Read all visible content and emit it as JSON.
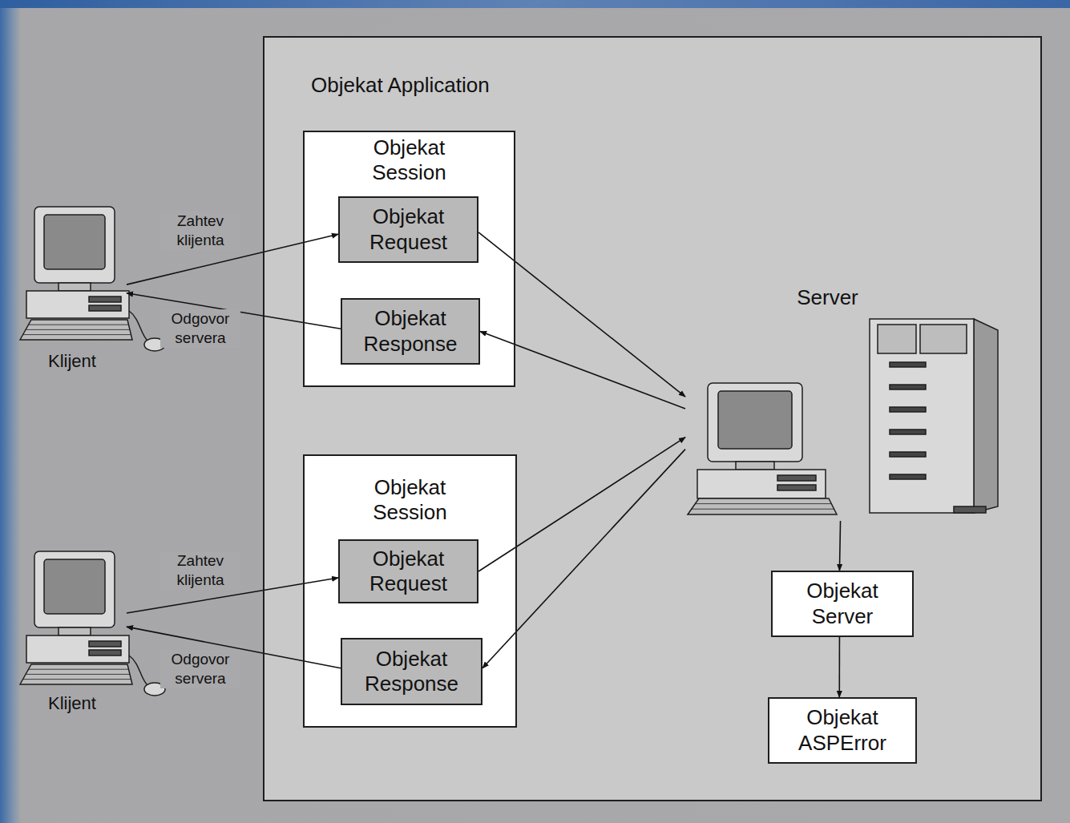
{
  "diagram": {
    "nodes": [
      {
        "text": [
          "Klijent"
        ]
      },
      {
        "text": [
          "Klijent"
        ]
      },
      {
        "text": [
          "Objekat Application"
        ]
      },
      {
        "text": [
          "Objekat Session"
        ],
        "in": 2
      },
      {
        "text": [
          "Objekat Request"
        ],
        "in": 3
      },
      {
        "text": [
          "Objekat Response"
        ],
        "in": 3
      },
      {
        "text": [
          "Objekat Session"
        ],
        "in": 2
      },
      {
        "text": [
          "Objekat Request"
        ],
        "in": 6
      },
      {
        "text": [
          "Objekat Response"
        ],
        "in": 6
      },
      {
        "text": [
          "Server"
        ],
        "in": 2
      },
      {
        "text": [
          "Objekat Server"
        ],
        "in": 2
      },
      {
        "text": [
          "Objekat ASPError"
        ],
        "in": 2
      }
    ],
    "edges": [
      {
        "from": 0,
        "to": 4,
        "arrow": "to",
        "label": "Zahtev klijenta"
      },
      {
        "from": 5,
        "to": 0,
        "arrow": "to",
        "label": "Odgovor servera"
      },
      {
        "from": 4,
        "to": 9,
        "arrow": "to"
      },
      {
        "from": 9,
        "to": 5,
        "arrow": "to"
      },
      {
        "from": 7,
        "to": 9,
        "arrow": "to"
      },
      {
        "from": 9,
        "to": 8,
        "arrow": "to"
      },
      {
        "from": 1,
        "to": 7,
        "arrow": "to",
        "label": "Zahtev klijenta"
      },
      {
        "from": 8,
        "to": 1,
        "arrow": "to",
        "label": "Odgovor servera"
      },
      {
        "from": 9,
        "to": 10,
        "arrow": "to"
      },
      {
        "from": 10,
        "to": 11,
        "arrow": "to"
      }
    ]
  }
}
